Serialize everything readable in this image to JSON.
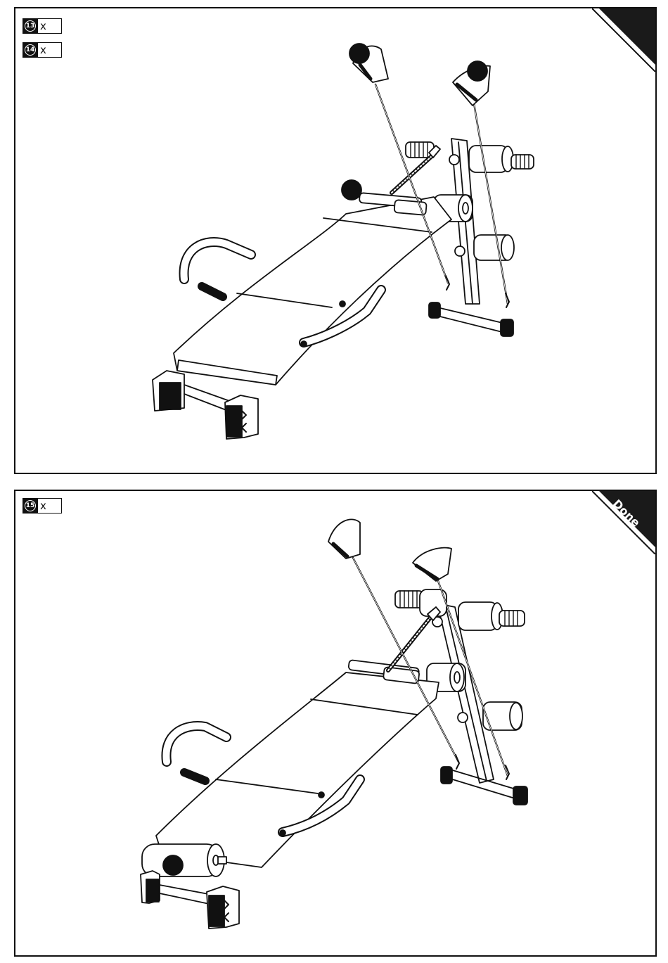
{
  "top_panel": {
    "parts": [
      {
        "number": "13",
        "qty": "x"
      },
      {
        "number": "14",
        "qty": "x"
      }
    ],
    "corner_label": ""
  },
  "bottom_panel": {
    "parts": [
      {
        "number": "15",
        "qty": "x"
      }
    ],
    "corner_label": "Done"
  }
}
